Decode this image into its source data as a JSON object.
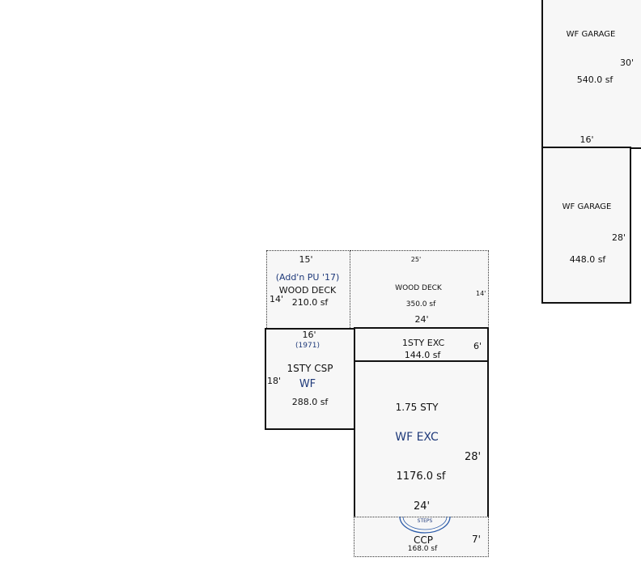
{
  "sketch": {
    "garage_a": {
      "label": "WF GARAGE",
      "side": "30'",
      "area": "540.0 sf",
      "width": "16'"
    },
    "garage_b": {
      "label": "WF GARAGE",
      "side": "28'",
      "area": "448.0 sf"
    },
    "deck_left": {
      "top": "15'",
      "note": "(Add'n PU '17)",
      "label": "WOOD DECK",
      "side": "14'",
      "area": "210.0 sf"
    },
    "deck_right": {
      "top": "25'",
      "label": "WOOD DECK",
      "side": "14'",
      "area": "350.0 sf",
      "bottom": "24'"
    },
    "csp": {
      "top": "16'",
      "year": "(1971)",
      "label": "1STY CSP",
      "sub": "WF",
      "side": "18'",
      "area": "288.0 sf"
    },
    "exc_small": {
      "label": "1STY EXC",
      "area": "144.0 sf",
      "side": "6'"
    },
    "exc_main": {
      "label": "1.75 STY",
      "sub": "WF EXC",
      "side": "28'",
      "area": "1176.0 sf",
      "bottom": "24'"
    },
    "ccp": {
      "steps": "STEPS",
      "label": "CCP",
      "side": "7'",
      "area": "168.0 sf"
    }
  },
  "colors": {
    "line": "#111111",
    "fill": "#f7f7f7",
    "accent": "#1f3a7a",
    "steps": "#2a5aa8"
  }
}
